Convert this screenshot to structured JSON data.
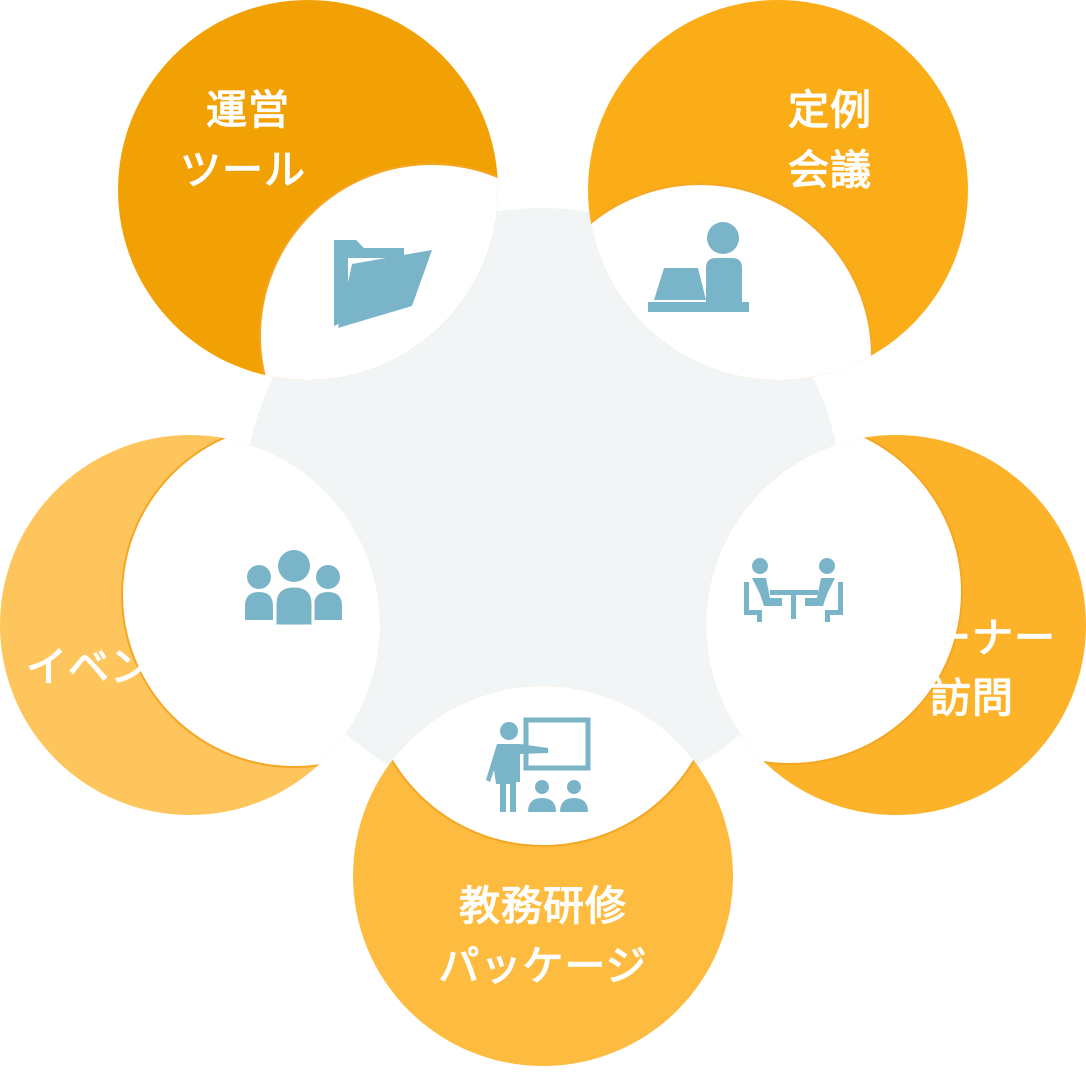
{
  "colors": {
    "hub": "#f2f5f6",
    "inner_circle": "#ffffff",
    "icon": "#7ab4c9",
    "node_top_left": "#f2a104",
    "node_top_right": "#fbad17",
    "node_right": "#fcb329",
    "node_bottom": "#fdbb40",
    "node_left": "#fdc55c",
    "outline": "#f5a623"
  },
  "nodes": [
    {
      "id": "operation-tool",
      "icon": "folder-icon",
      "lines": [
        "運営",
        "ツール"
      ]
    },
    {
      "id": "regular-meeting",
      "icon": "laptop-user-icon",
      "lines": [
        "定例",
        "会議"
      ]
    },
    {
      "id": "owner-visit",
      "icon": "meeting-table-icon",
      "lines": [
        "オーナー",
        "訪問"
      ]
    },
    {
      "id": "training-package",
      "icon": "presentation-icon",
      "lines": [
        "教務研修",
        "パッケージ"
      ]
    },
    {
      "id": "event",
      "icon": "group-icon",
      "lines": [
        "イベント"
      ]
    }
  ]
}
